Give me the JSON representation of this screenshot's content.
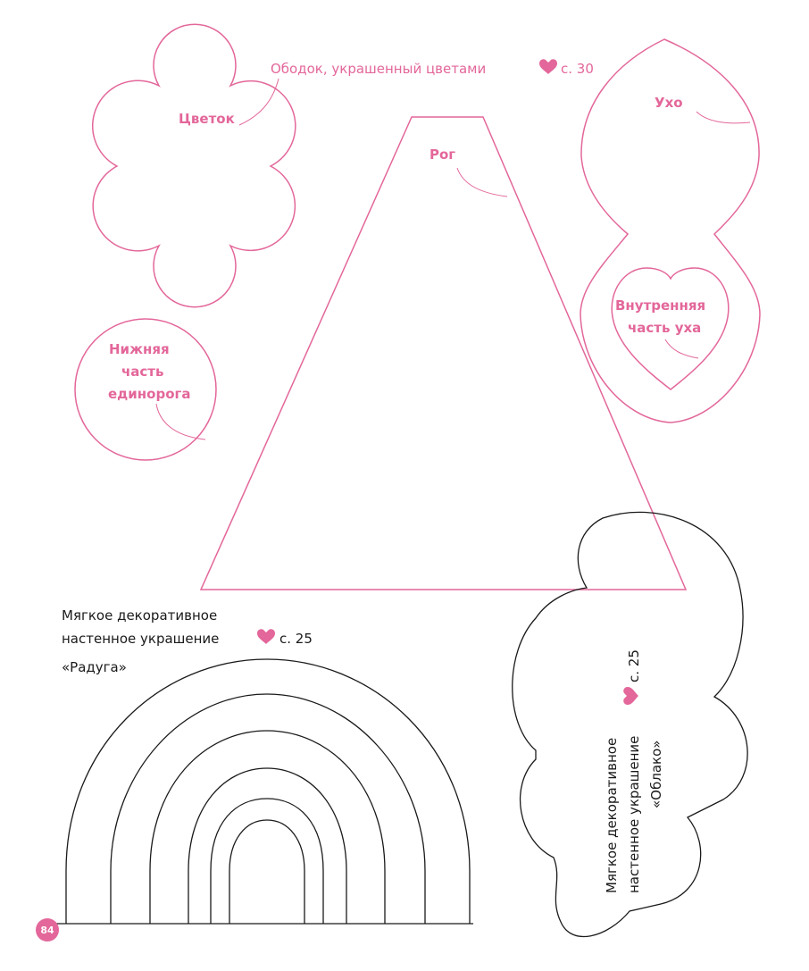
{
  "headband": {
    "title": "Ободок, украшенный цветами",
    "page_ref": "с. 30",
    "parts": {
      "flower": "Цветок",
      "horn": "Рог",
      "ear": "Ухо",
      "inner_ear_1": "Внутренняя",
      "inner_ear_2": "часть уха",
      "base_1": "Нижняя",
      "base_2": "часть",
      "base_3": "единорога"
    }
  },
  "rainbow": {
    "title_1": "Мягкое декоративное",
    "title_2": "настенное украшение",
    "page_ref": "с. 25",
    "name": "«Радуга»"
  },
  "cloud": {
    "title_1": "Мягкое декоративное",
    "title_2": "настенное украшение",
    "page_ref": "с. 25",
    "name": "«Облако»"
  },
  "page_number": "84",
  "colors": {
    "accent": "#e3679a",
    "outline_black": "#1a1a1a"
  },
  "icons": [
    "heart-icon"
  ]
}
